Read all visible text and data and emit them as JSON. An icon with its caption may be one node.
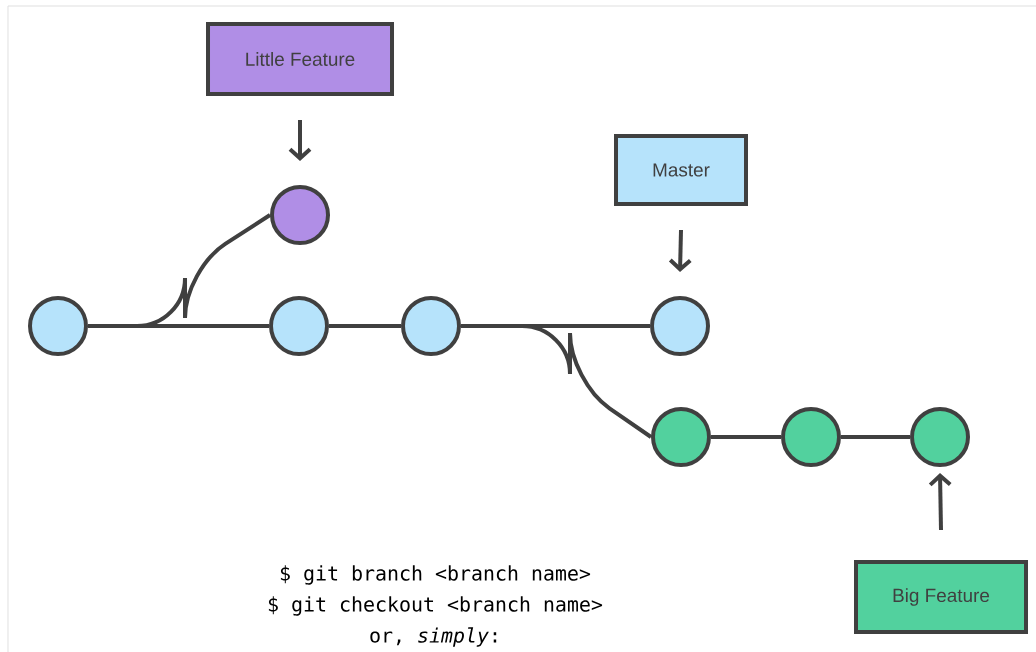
{
  "diagram": {
    "nodes": [
      {
        "text": [
          "Little Feature"
        ]
      },
      {
        "text": [
          "Master"
        ]
      },
      {
        "text": [
          "Big Feature"
        ]
      },
      {
        "text": [],
        "shape": "circle"
      },
      {
        "text": [],
        "shape": "circle"
      },
      {
        "text": [],
        "shape": "circle"
      },
      {
        "text": [],
        "shape": "circle"
      },
      {
        "text": [],
        "shape": "circle"
      },
      {
        "text": [],
        "shape": "circle"
      },
      {
        "text": [],
        "shape": "circle"
      },
      {
        "text": [],
        "shape": "circle"
      }
    ],
    "edges": [
      {
        "from": 0,
        "to": 4,
        "arrow": "to"
      },
      {
        "from": 1,
        "to": 7,
        "arrow": "to"
      },
      {
        "from": 2,
        "to": 10,
        "arrow": "to"
      },
      {
        "from": 3,
        "to": 4,
        "arrow": "none"
      },
      {
        "from": 3,
        "to": 5,
        "arrow": "none"
      },
      {
        "from": 5,
        "to": 6,
        "arrow": "none"
      },
      {
        "from": 6,
        "to": 7,
        "arrow": "none"
      },
      {
        "from": 6,
        "to": 8,
        "arrow": "none"
      },
      {
        "from": 8,
        "to": 9,
        "arrow": "none"
      },
      {
        "from": 9,
        "to": 10,
        "arrow": "none"
      }
    ],
    "labels": [
      "$ git branch <branch name>",
      "$ git checkout <branch name>",
      "or, *simply*:"
    ]
  }
}
